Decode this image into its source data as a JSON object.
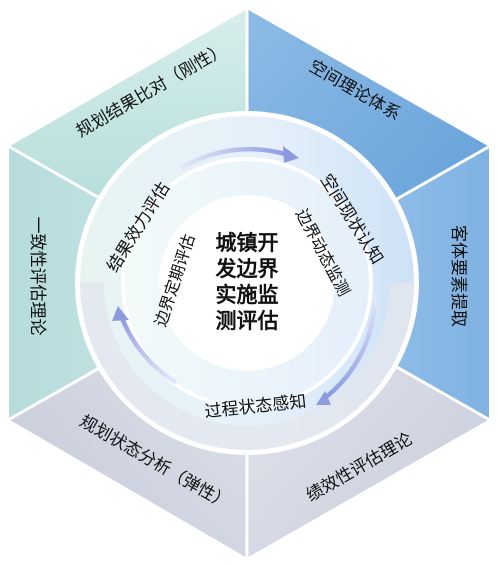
{
  "center": {
    "line1": "城镇开",
    "line2": "发边界",
    "line3": "实施监",
    "line4": "测评估"
  },
  "inner_ring": {
    "left": "边界定期评估",
    "right": "边界动态监测"
  },
  "middle_ring": {
    "upper_left": "结果效力评估",
    "upper_right": "空间现状认知",
    "bottom": "过程状态感知"
  },
  "hexagon": {
    "top_left": "规划结果比对（刚性）",
    "top_right": "空间理论体系",
    "right": "客体要素提取",
    "bottom_right": "绩效性评估理论",
    "bottom_left": "规划状态分析（弹性）",
    "left": "一致性评估理论"
  },
  "colors": {
    "teal_light": "#cfe9e7",
    "teal": "#a8d8d4",
    "blue_light": "#bcd9f2",
    "blue": "#6fa8dc",
    "gray_light": "#e7e9ef",
    "gray": "#c9ccda",
    "arrow": "#a4aee6"
  }
}
